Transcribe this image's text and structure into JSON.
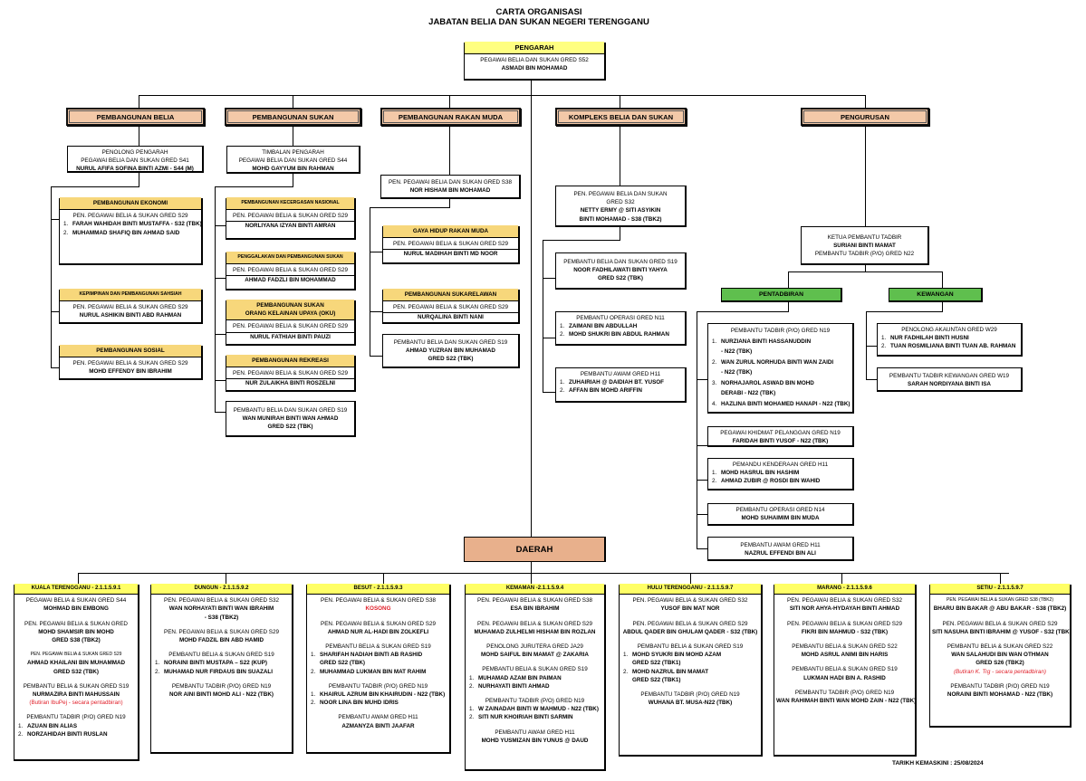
{
  "title": {
    "line1": "CARTA ORGANISASI",
    "line2": "JABATAN BELIA DAN SUKAN NEGERI TERENGGANU"
  },
  "pengarah": {
    "header": "PENGARAH",
    "lines": [
      {
        "t": "PEGAWAI BELIA DAN SUKAN GRED S52"
      },
      {
        "t": "ASMADI BIN MOHAMAD",
        "b": 1
      }
    ]
  },
  "sections": {
    "belia": {
      "label": "PEMBANGUNAN BELIA",
      "head": {
        "lines": [
          {
            "t": "PENOLONG PENGARAH"
          },
          {
            "t": "PEGAWAI BELIA DAN SUKAN GRED S41"
          },
          {
            "t": "NURUL AFIFA SOFINA BINTI AZMI - S44 (M)",
            "b": 1
          }
        ]
      },
      "units": [
        {
          "header": "PEMBANGUNAN EKONOMI",
          "lines": [
            {
              "t": "PEN. PEGAWAI BELIA & SUKAN GRED S29"
            },
            {
              "n": "1.",
              "t": "FARAH WAHIDAH BINTI MUSTAFFA - S32 (TBK)",
              "b": 1
            },
            {
              "n": "2.",
              "t": "MUHAMMAD SHAFIQ BIN AHMAD SAID",
              "b": 1
            }
          ]
        },
        {
          "header": "KEPIMPINAN DAN PEMBANGUNAN SAHSIAH",
          "lines": [
            {
              "t": "PEN. PEGAWAI BELIA & SUKAN GRED S29"
            },
            {
              "t": "NURUL ASHIKIN BINTI ABD RAHMAN",
              "b": 1
            }
          ]
        },
        {
          "header": "PEMBANGUNAN SOSIAL",
          "lines": [
            {
              "t": "PEN. PEGAWAI BELIA & SUKAN GRED S29"
            },
            {
              "t": "MOHD EFFENDY BIN IBRAHIM",
              "b": 1
            }
          ]
        }
      ]
    },
    "sukan": {
      "label": "PEMBANGUNAN SUKAN",
      "head": {
        "lines": [
          {
            "t": "TIMBALAN PENGARAH"
          },
          {
            "t": "PEGAWAI BELIA DAN SUKAN GRED S44"
          },
          {
            "t": "MOHD GAYYUM BIN RAHMAN",
            "b": 1
          }
        ]
      },
      "units": [
        {
          "header": "PEMBANGUNAN KECERGASAN NASIONAL",
          "lines": [
            {
              "t": "PEN. PEGAWAI BELIA & SUKAN GRED S29"
            },
            {
              "t": "NORLIYANA IZYAN BINTI AMRAN",
              "b": 1
            }
          ]
        },
        {
          "header": "PENGGALAKAN DAN PEMBANGUNAN SUKAN",
          "lines": [
            {
              "t": "PEN. PEGAWAI BELIA & SUKAN GRED S29"
            },
            {
              "t": "AHMAD FADZLI BIN MOHAMMAD",
              "b": 1
            }
          ]
        },
        {
          "header": "PEMBANGUNAN SUKAN\nORANG KELAINAN UPAYA (OKU)",
          "lines": [
            {
              "t": "PEN. PEGAWAI BELIA & SUKAN GRED S29"
            },
            {
              "t": "NURUL FATHIAH BINTI PAUZI",
              "b": 1
            }
          ]
        },
        {
          "header": "PEMBANGUNAN REKREASI",
          "lines": [
            {
              "t": "PEN. PEGAWAI BELIA & SUKAN GRED S29"
            },
            {
              "t": "NUR ZULAIKHA BINTI ROSZELNI",
              "b": 1
            }
          ]
        },
        {
          "lines": [
            {
              "t": "PEMBANTU BELIA DAN SUKAN GRED S19"
            },
            {
              "t": "WAN MUNIRAH BINTI WAN AHMAD",
              "b": 1
            },
            {
              "t": "GRED S22 (TBK)",
              "b": 1
            }
          ]
        }
      ]
    },
    "rakan_muda": {
      "label": "PEMBANGUNAN RAKAN MUDA",
      "head": {
        "lines": [
          {
            "t": "PEN. PEGAWAI BELIA DAN SUKAN GRED S38"
          },
          {
            "t": "NOR HISHAM BIN MOHAMAD",
            "b": 1
          }
        ]
      },
      "units": [
        {
          "header": "GAYA HIDUP RAKAN MUDA",
          "lines": [
            {
              "t": "PEN. PEGAWAI BELIA & SUKAN GRED S29"
            },
            {
              "t": "NURUL MADIHAH BINTI MD NOOR",
              "b": 1
            }
          ]
        },
        {
          "header": "PEMBANGUNAN SUKARELAWAN",
          "lines": [
            {
              "t": "PEN. PEGAWAI BELIA & SUKAN GRED S29"
            },
            {
              "t": "NURQALINA BINTI NANI",
              "b": 1
            }
          ]
        },
        {
          "lines": [
            {
              "t": "PEMBANTU BELIA DAN SUKAN GRED S19"
            },
            {
              "t": "AHMAD YUZRAN BIN MUHAMAD",
              "b": 1
            },
            {
              "t": "GRED S22 (TBK)",
              "b": 1
            }
          ]
        }
      ]
    },
    "kompleks": {
      "label": "KOMPLEKS BELIA DAN SUKAN",
      "head": {
        "lines": [
          {
            "t": "PEN. PEGAWAI BELIA DAN SUKAN"
          },
          {
            "t": "GRED S32"
          },
          {
            "t": "NETTY ERMY @ SITI ASYIKIN",
            "b": 1
          },
          {
            "t": "BINTI MOHAMAD - S38 (TBK2)",
            "b": 1
          }
        ]
      },
      "units": [
        {
          "lines": [
            {
              "t": "PEMBANTU BELIA DAN SUKAN GRED S19"
            },
            {
              "t": "NOOR FADHILAWATI BINTI YAHYA",
              "b": 1
            },
            {
              "t": "GRED S22 (TBK)",
              "b": 1
            }
          ]
        },
        {
          "lines": [
            {
              "t": "PEMBANTU OPERASI GRED N11"
            },
            {
              "n": "1.",
              "t": "ZAIMANI BIN ABDULLAH",
              "b": 1
            },
            {
              "n": "2.",
              "t": "MOHD SHUKRI BIN ABDUL RAHMAN",
              "b": 1
            }
          ]
        },
        {
          "lines": [
            {
              "t": "PEMBANTU AWAM GRED H11"
            },
            {
              "n": "1.",
              "t": "ZUHAIRIAH @ DAIDIAH BT. YUSOF",
              "b": 1
            },
            {
              "n": "2.",
              "t": "AFFAN BIN MOHD ARIFFIN",
              "b": 1
            }
          ]
        }
      ]
    },
    "pengurusan": {
      "label": "PENGURUSAN",
      "head": {
        "lines": [
          {
            "t": "KETUA PEMBANTU TADBIR"
          },
          {
            "t": "SURIANI BINTI MAMAT",
            "b": 1
          },
          {
            "t": "PEMBANTU TADBIR (P/O) GRED N22"
          }
        ]
      },
      "pentadbiran": {
        "label": "PENTADBIRAN",
        "units": [
          {
            "lines": [
              {
                "t": "PEMBANTU TADBIR (P/O) GRED N19"
              },
              {
                "n": "1.",
                "t": "NURZIANA BINTI HASSANUDDIN",
                "b": 1
              },
              {
                "i": 1,
                "t": "- N22 (TBK)",
                "b": 1
              },
              {
                "n": "2.",
                "t": "WAN ZURUL NORHUDA BINTI WAN ZAIDI",
                "b": 1
              },
              {
                "i": 1,
                "t": "- N22 (TBK)",
                "b": 1
              },
              {
                "n": "3.",
                "t": "NORHAJAROL ASWAD BIN MOHD",
                "b": 1
              },
              {
                "i": 1,
                "t": "DERABI - N22 (TBK)",
                "b": 1
              },
              {
                "n": "4.",
                "t": "HAZLINA BINTI MOHAMED HANAPI  - N22 (TBK)",
                "b": 1
              }
            ]
          },
          {
            "lines": [
              {
                "t": "PEGAWAI KHIDMAT PELANGGAN GRED N19"
              },
              {
                "t": "FARIDAH BINTI YUSOF - N22 (TBK)",
                "b": 1
              }
            ]
          },
          {
            "lines": [
              {
                "t": "PEMANDU KENDERAAN GRED H11"
              },
              {
                "n": "1.",
                "t": "MOHD HASRUL BIN HASHIM",
                "b": 1
              },
              {
                "n": "2.",
                "t": "AHMAD ZUBIR @ ROSDI BIN WAHID",
                "b": 1
              }
            ]
          },
          {
            "lines": [
              {
                "t": "PEMBANTU OPERASI GRED N14"
              },
              {
                "t": "MOHD SUHAIMIM BIN MUDA",
                "b": 1
              }
            ]
          },
          {
            "lines": [
              {
                "t": "PEMBANTU AWAM GRED H11"
              },
              {
                "t": "NAZRUL EFFENDI BIN ALI",
                "b": 1
              }
            ]
          }
        ]
      },
      "kewangan": {
        "label": "KEWANGAN",
        "units": [
          {
            "lines": [
              {
                "t": "PENOLONG AKAUNTAN GRED W29"
              },
              {
                "n": "1.",
                "t": "NUR FADHILAH BINTI HUSNI",
                "b": 1
              },
              {
                "n": "2.",
                "t": "TUAN ROSMILIANA BINTI TUAN AB. RAHMAN",
                "b": 1
              }
            ]
          },
          {
            "lines": [
              {
                "t": "PEMBANTU TADBIR KEWANGAN GRED W19"
              },
              {
                "t": "SARAH NORDIYANA BINTI ISA",
                "b": 1
              }
            ]
          }
        ]
      }
    }
  },
  "daerah": {
    "label": "DAERAH",
    "districts": [
      {
        "header": "KUALA TERENGGANU - 2.1.1.5.9.1",
        "lines": [
          {
            "t": "PEGAWAI BELIA & SUKAN GRED S44"
          },
          {
            "t": "MOHMAD BIN EMBONG",
            "b": 1
          },
          {
            "g": 1,
            "t": "PEN. PEGAWAI BELIA & SUKAN GRED"
          },
          {
            "t": "MOHD SHAMSIR BIN MOHD",
            "b": 1
          },
          {
            "t": "GRED S38 (TBK2)",
            "b": 1
          },
          {
            "g": 1,
            "t": "PEN. PEGAWAI BELIA & SUKAN GRED S29",
            "c": "sm"
          },
          {
            "t": "AHMAD KHAILANI BIN MUHAMMAD",
            "b": 1
          },
          {
            "t": "GRED S32 (TBK)",
            "b": 1
          },
          {
            "g": 1,
            "t": "PEMBANTU BELIA & SUKAN GRED S19"
          },
          {
            "t": "NURMAZIRA BINTI MAHUSSAIN",
            "b": 1
          },
          {
            "t": "(Butiran IbuPej - secara pentadbiran)",
            "c": "red"
          },
          {
            "g": 1,
            "t": "PEMBANTU TADBIR (P/O) GRED N19"
          },
          {
            "n": "1.",
            "t": "AZUAN BIN ALIAS",
            "b": 1
          },
          {
            "n": "2.",
            "t": "NORZAHIDAH BINTI RUSLAN",
            "b": 1
          }
        ]
      },
      {
        "header": "DUNGUN - 2.1.1.5.9.2",
        "lines": [
          {
            "t": "PEN. PEGAWAI BELIA & SUKAN GRED S32"
          },
          {
            "t": "WAN NORHAYATI BINTI WAN IBRAHIM",
            "b": 1
          },
          {
            "t": "- S38 (TBK2)",
            "b": 1
          },
          {
            "g": 1,
            "t": "PEN. PEGAWAI BELIA & SUKAN GRED S29"
          },
          {
            "t": "MOHD FADZIL BIN ABD HAMID",
            "b": 1
          },
          {
            "g": 1,
            "t": "PEMBANTU BELIA & SUKAN GRED S19"
          },
          {
            "n": "1.",
            "t": "NORAINI BINTI MUSTAPA – S22 (KUP)",
            "b": 1
          },
          {
            "n": "2.",
            "t": "MUHAMAD NUR FIRDAUS BIN SUAZALI",
            "b": 1
          },
          {
            "g": 1,
            "t": "PEMBANTU TADBIR (P/O) GRED N19"
          },
          {
            "t": "NOR AINI BINTI MOHD ALI - N22 (TBK)",
            "b": 1
          }
        ]
      },
      {
        "header": "BESUT - 2.1.1.5.9.3",
        "lines": [
          {
            "t": "PEN. PEGAWAI BELIA & SUKAN GRED S38"
          },
          {
            "t": "KOSONG",
            "b": 1,
            "c": "red"
          },
          {
            "g": 1,
            "t": "PEN. PEGAWAI BELIA & SUKAN GRED S29"
          },
          {
            "t": "AHMAD NUR AL-HADI BIN ZOLKEFLI",
            "b": 1
          },
          {
            "g": 1,
            "t": "PEMBANTU BELIA & SUKAN GRED S19"
          },
          {
            "n": "1.",
            "t": "SHARIFAH NADIAH BINTI AB RASHID",
            "b": 1
          },
          {
            "i": 1,
            "t": "GRED S22 (TBK)",
            "b": 1
          },
          {
            "n": "2.",
            "t": "MUHAMMAD LUKMAN BIN MAT RAHIM",
            "b": 1
          },
          {
            "g": 1,
            "t": "PEMBANTU TADBIR (P/O) GRED N19"
          },
          {
            "n": "1.",
            "t": "KHAIRUL AZRUM BIN KHAIRUDIN - N22 (TBK)",
            "b": 1
          },
          {
            "n": "2.",
            "t": "NOOR LINA BIN MUHD IDRIS",
            "b": 1
          },
          {
            "g": 1,
            "t": "PEMBANTU AWAM GRED H11"
          },
          {
            "t": "AZMANYZA BINTI JAAFAR",
            "b": 1
          }
        ]
      },
      {
        "header": "KEMAMAN -2.1.1.5.9.4",
        "lines": [
          {
            "t": "PEN. PEGAWAI BELIA & SUKAN GRED S38"
          },
          {
            "t": "ESA BIN IBRAHIM",
            "b": 1
          },
          {
            "g": 1,
            "t": "PEN. PEGAWAI BELIA & SUKAN GRED S29"
          },
          {
            "t": "MUHAMAD ZULHELMI HISHAM BIN ROZLAN",
            "b": 1
          },
          {
            "g": 1,
            "t": "PENOLONG JURUTERA GRED JA29"
          },
          {
            "t": "MOHD SAIFUL BIN MAMAT @ ZAKARIA",
            "b": 1
          },
          {
            "g": 1,
            "t": "PEMBANTU BELIA & SUKAN GRED S19"
          },
          {
            "n": "1.",
            "t": "MUHAMAD AZAM BIN PAIMAN",
            "b": 1
          },
          {
            "n": "2.",
            "t": "NURHAYATI BINTI AHMAD",
            "b": 1
          },
          {
            "g": 1,
            "t": "PEMBANTU TADBIR (P/O) GRED N19"
          },
          {
            "n": "1.",
            "t": "W ZAINADAH BINTI W MAHMUD - N22 (TBK)",
            "b": 1
          },
          {
            "n": "2.",
            "t": "SITI NUR KHOIRIAH BINTI SARMIN",
            "b": 1
          },
          {
            "g": 1,
            "t": "PEMBANTU AWAM GRED H11"
          },
          {
            "t": "MOHD YUSMIZAN BIN YUNUS @ DAUD",
            "b": 1
          }
        ]
      },
      {
        "header": "HULU TERENGGANU - 2.1.1.5.9.7",
        "lines": [
          {
            "t": "PEN. PEGAWAI BELIA & SUKAN GRED S32"
          },
          {
            "t": "YUSOF BIN MAT NOR",
            "b": 1
          },
          {
            "g": 1,
            "t": "PEN. PEGAWAI BELIA & SUKAN GRED S29"
          },
          {
            "t": "ABDUL QADER BIN GHULAM QADER - S32 (TBK)",
            "b": 1
          },
          {
            "g": 1,
            "t": "PEMBANTU BELIA & SUKAN GRED S19"
          },
          {
            "n": "1.",
            "t": "MOHD SYUKRI BIN MOHD AZAM",
            "b": 1
          },
          {
            "i": 1,
            "t": "GRED S22 (TBK1)",
            "b": 1
          },
          {
            "n": "2.",
            "t": "MOHD NAZRUL BIN MAMAT",
            "b": 1
          },
          {
            "i": 1,
            "t": "GRED S22 (TBK1)",
            "b": 1
          },
          {
            "g": 1,
            "t": "PEMBANTU TADBIR (P/O) GRED N19"
          },
          {
            "t": "WUHANA BT. MUSA-N22 (TBK)",
            "b": 1
          }
        ]
      },
      {
        "header": "MARANG - 2.1.1.5.9.6",
        "lines": [
          {
            "t": "PEN. PEGAWAI BELIA & SUKAN GRED S32"
          },
          {
            "t": "SITI NOR AHYA-HYDAYAH BINTI AHMAD",
            "b": 1
          },
          {
            "g": 1,
            "t": "PEN. PEGAWAI BELIA & SUKAN GRED S29"
          },
          {
            "t": "FIKRI BIN MAHMUD - S32 (TBK)",
            "b": 1
          },
          {
            "g": 1,
            "t": "PEMBANTU BELIA & SUKAN GRED S22"
          },
          {
            "t": "MOHD ASRUL ANIMI BIN HARIS",
            "b": 1
          },
          {
            "g": 1,
            "t": "PEMBANTU BELIA & SUKAN GRED S19"
          },
          {
            "t": "LUKMAN HADI BIN A. RASHID",
            "b": 1
          },
          {
            "g": 1,
            "t": "PEMBANTU TADBIR (P/O) GRED N19"
          },
          {
            "t": "WAN RAHIMAH BINTI WAN MOHD ZAIN - N22 (TBK)",
            "b": 1
          }
        ]
      },
      {
        "header": "SETIU - 2.1.1.5.9.7",
        "lines": [
          {
            "t": "PEN. PEGAWAI BELIA & SUKAN GRED S38 (TBK2)",
            "c": "sm"
          },
          {
            "t": "BHARU BIN BAKAR @ ABU BAKAR - S38 (TBK2)",
            "b": 1
          },
          {
            "g": 1,
            "t": "PEN. PEGAWAI BELIA & SUKAN GRED S29"
          },
          {
            "t": "SITI NASUHA BINTI IBRAHIM @ YUSOF - S32 (TBK)",
            "b": 1
          },
          {
            "g": 1,
            "t": "PEMBANTU BELIA & SUKAN GRED S22"
          },
          {
            "t": "WAN SALAHUDI BIN WAN OTHMAN",
            "b": 1
          },
          {
            "t": "GRED S26 (TBK2)",
            "b": 1
          },
          {
            "t": "(Butiran K. Trg - secara pentadbiran)",
            "c": "redi"
          },
          {
            "g": 1,
            "t": "PEMBANTU TADBIR (P/O) GRED N19"
          },
          {
            "t": "NORAINI BINTI MOHAMAD - N22 (TBK)",
            "b": 1
          }
        ]
      }
    ]
  },
  "updated": "TARIKH KEMASKINI : 25/08/2024",
  "colors": {
    "section": "#f3c9a8",
    "unit_header": "#f7d77b",
    "pengarah_header": "#ffff80",
    "district_header": "#ffff66",
    "green": "#5fbf4e",
    "daerah": "#e8b08c",
    "red": "#e0202a"
  }
}
